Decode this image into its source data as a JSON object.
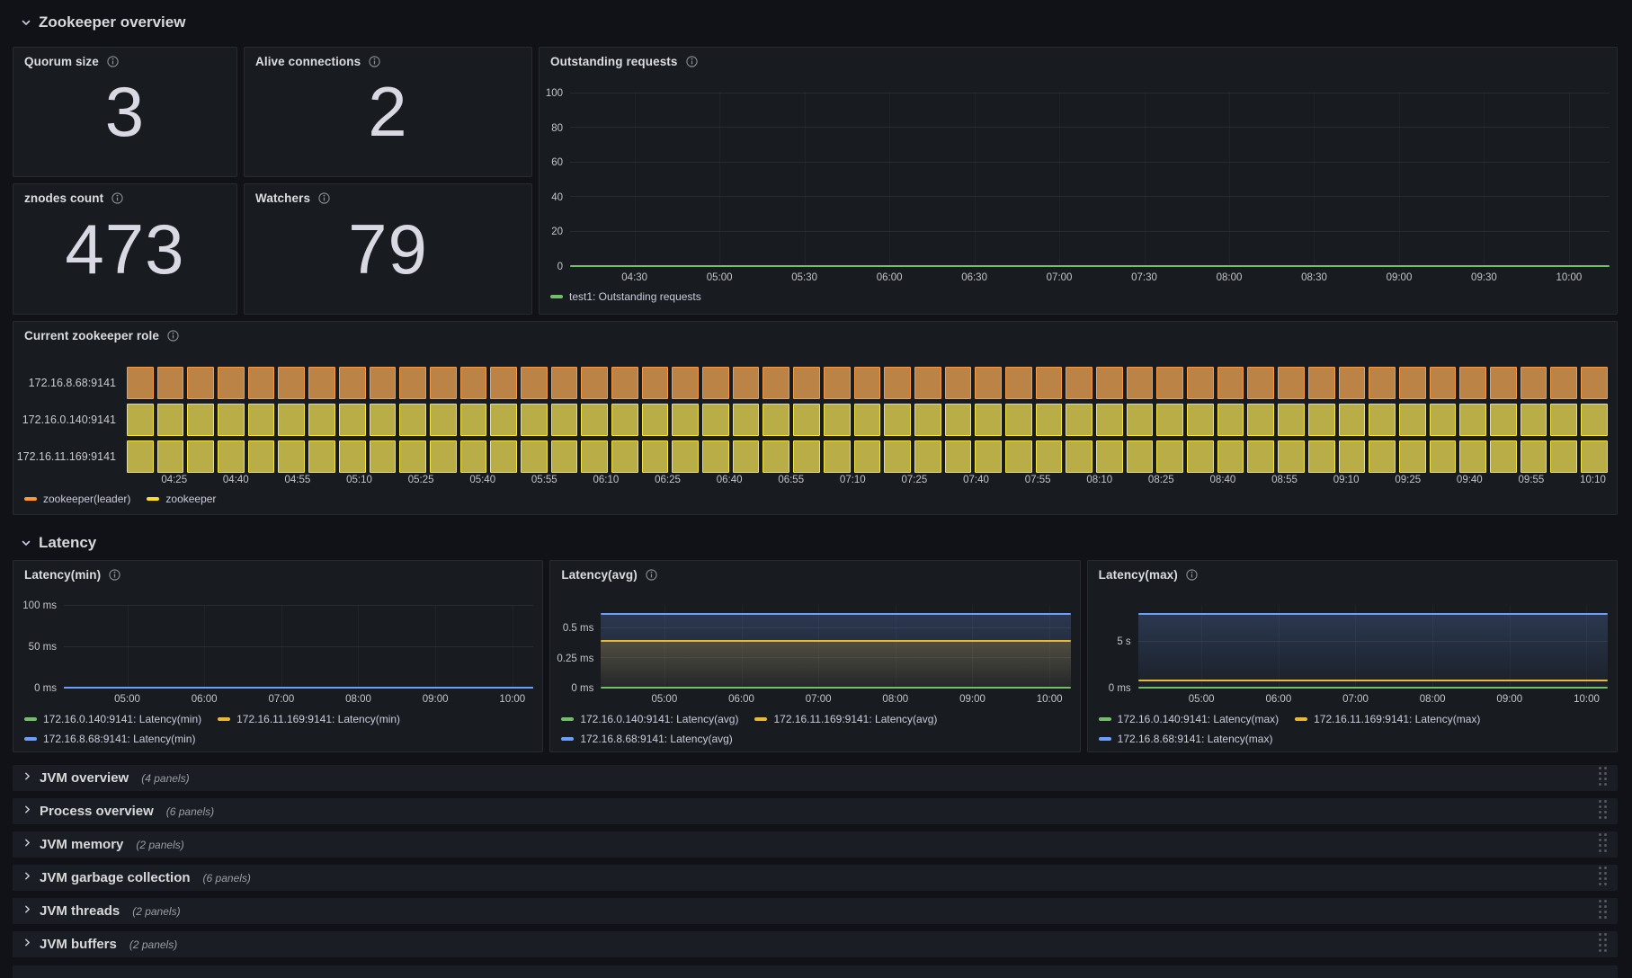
{
  "colors": {
    "green": "#73bf69",
    "yellow": "#eab839",
    "role_yellow": "#fade2a",
    "blue": "#6d9eff",
    "orange": "#ff9830",
    "orange_fill": "#bc8347",
    "orange_border": "#f79a42",
    "yellow_fill": "#b8ad47",
    "yellow_border": "#f5e33e"
  },
  "sections": {
    "zookeeper": {
      "title": "Zookeeper overview"
    },
    "latency": {
      "title": "Latency"
    }
  },
  "stats": [
    {
      "title": "Quorum size",
      "value": "3"
    },
    {
      "title": "Alive connections",
      "value": "2"
    },
    {
      "title": "znodes count",
      "value": "473"
    },
    {
      "title": "Watchers",
      "value": "79"
    }
  ],
  "outstanding": {
    "title": "Outstanding requests",
    "y_ticks": [
      {
        "label": "100",
        "frac": 1
      },
      {
        "label": "80",
        "frac": 0.8
      },
      {
        "label": "60",
        "frac": 0.6
      },
      {
        "label": "40",
        "frac": 0.4
      },
      {
        "label": "20",
        "frac": 0.2
      },
      {
        "label": "0",
        "frac": 0
      }
    ],
    "x_ticks": [
      "04:30",
      "05:00",
      "05:30",
      "06:00",
      "06:30",
      "07:00",
      "07:30",
      "08:00",
      "08:30",
      "09:00",
      "09:30",
      "10:00"
    ],
    "series": [
      {
        "label": "test1: Outstanding requests",
        "color": "green",
        "frac": 0,
        "fill": false
      }
    ]
  },
  "role": {
    "title": "Current zookeeper role",
    "rows": [
      {
        "label": "172.16.8.68:9141",
        "state": "zookeeper(leader)",
        "color": "orange"
      },
      {
        "label": "172.16.0.140:9141",
        "state": "zookeeper",
        "color": "yellow"
      },
      {
        "label": "172.16.11.169:9141",
        "state": "zookeeper",
        "color": "yellow"
      }
    ],
    "segments": 49,
    "x_ticks": [
      "04:25",
      "04:40",
      "04:55",
      "05:10",
      "05:25",
      "05:40",
      "05:55",
      "06:10",
      "06:25",
      "06:40",
      "06:55",
      "07:10",
      "07:25",
      "07:40",
      "07:55",
      "08:10",
      "08:25",
      "08:40",
      "08:55",
      "09:10",
      "09:25",
      "09:40",
      "09:55",
      "10:10"
    ],
    "legend": [
      {
        "label": "zookeeper(leader)",
        "color": "orange"
      },
      {
        "label": "zookeeper",
        "color": "role_yellow"
      }
    ]
  },
  "latency_panels": [
    {
      "title": "Latency(min)",
      "y_ticks": [
        {
          "label": "100 ms",
          "frac": 1
        },
        {
          "label": "50 ms",
          "frac": 0.5
        },
        {
          "label": "0 ms",
          "frac": 0
        }
      ],
      "x_ticks": [
        "05:00",
        "06:00",
        "07:00",
        "08:00",
        "09:00",
        "10:00"
      ],
      "series": [
        {
          "label": "172.16.0.140:9141: Latency(min)",
          "color": "green",
          "frac": 0,
          "fill": false
        },
        {
          "label": "172.16.11.169:9141: Latency(min)",
          "color": "yellow",
          "frac": 0,
          "fill": false
        },
        {
          "label": "172.16.8.68:9141: Latency(min)",
          "color": "blue",
          "frac": 0,
          "fill": false
        }
      ]
    },
    {
      "title": "Latency(avg)",
      "y_ticks": [
        {
          "label": "0.5 ms",
          "frac": 0.725
        },
        {
          "label": "0.25 ms",
          "frac": 0.36
        },
        {
          "label": "0 ms",
          "frac": 0
        }
      ],
      "x_ticks": [
        "05:00",
        "06:00",
        "07:00",
        "08:00",
        "09:00",
        "10:00"
      ],
      "series": [
        {
          "label": "172.16.0.140:9141: Latency(avg)",
          "color": "green",
          "frac": 0.005,
          "fill": false
        },
        {
          "label": "172.16.11.169:9141: Latency(avg)",
          "color": "yellow",
          "frac": 0.565,
          "fill": true
        },
        {
          "label": "172.16.8.68:9141: Latency(avg)",
          "color": "blue",
          "frac": 0.89,
          "fill": true
        }
      ]
    },
    {
      "title": "Latency(max)",
      "y_ticks": [
        {
          "label": "5 s",
          "frac": 0.565
        },
        {
          "label": "0 ms",
          "frac": 0
        }
      ],
      "x_ticks": [
        "05:00",
        "06:00",
        "07:00",
        "08:00",
        "09:00",
        "10:00"
      ],
      "series": [
        {
          "label": "172.16.0.140:9141: Latency(max)",
          "color": "green",
          "frac": 0.005,
          "fill": false
        },
        {
          "label": "172.16.11.169:9141: Latency(max)",
          "color": "yellow",
          "frac": 0.085,
          "fill": false
        },
        {
          "label": "172.16.8.68:9141: Latency(max)",
          "color": "blue",
          "frac": 0.89,
          "fill": true
        }
      ]
    }
  ],
  "collapsed_rows": [
    {
      "title": "JVM overview",
      "panels": "(4 panels)"
    },
    {
      "title": "Process overview",
      "panels": "(6 panels)"
    },
    {
      "title": "JVM memory",
      "panels": "(2 panels)"
    },
    {
      "title": "JVM garbage collection",
      "panels": "(6 panels)"
    },
    {
      "title": "JVM threads",
      "panels": "(2 panels)"
    },
    {
      "title": "JVM buffers",
      "panels": "(2 panels)"
    }
  ],
  "chart_data": [
    {
      "type": "stat",
      "title": "Quorum size",
      "value": 3
    },
    {
      "type": "stat",
      "title": "Alive connections",
      "value": 2
    },
    {
      "type": "stat",
      "title": "znodes count",
      "value": 473
    },
    {
      "type": "stat",
      "title": "Watchers",
      "value": 79
    },
    {
      "type": "line",
      "title": "Outstanding requests",
      "ylim": [
        0,
        100
      ],
      "x_range": [
        "04:30",
        "10:00"
      ],
      "grid": true,
      "legend_position": "bottom",
      "series": [
        {
          "name": "test1: Outstanding requests",
          "value_constant": 0
        }
      ]
    },
    {
      "type": "heatmap",
      "subtype": "status-history",
      "title": "Current zookeeper role",
      "x_range": [
        "04:25",
        "10:10"
      ],
      "rows": [
        {
          "name": "172.16.8.68:9141",
          "state": "zookeeper(leader)"
        },
        {
          "name": "172.16.0.140:9141",
          "state": "zookeeper"
        },
        {
          "name": "172.16.11.169:9141",
          "state": "zookeeper"
        }
      ]
    },
    {
      "type": "line",
      "title": "Latency(min)",
      "ylim_ms": [
        0,
        100
      ],
      "x_range": [
        "05:00",
        "10:00"
      ],
      "series": [
        {
          "name": "172.16.0.140:9141: Latency(min)",
          "value_ms": 0
        },
        {
          "name": "172.16.11.169:9141: Latency(min)",
          "value_ms": 0
        },
        {
          "name": "172.16.8.68:9141: Latency(min)",
          "value_ms": 0
        }
      ]
    },
    {
      "type": "area",
      "title": "Latency(avg)",
      "ylim_ms": [
        0,
        0.69
      ],
      "x_range": [
        "05:00",
        "10:00"
      ],
      "series": [
        {
          "name": "172.16.0.140:9141: Latency(avg)",
          "value_ms": 0
        },
        {
          "name": "172.16.11.169:9141: Latency(avg)",
          "value_ms": 0.39
        },
        {
          "name": "172.16.8.68:9141: Latency(avg)",
          "value_ms": 0.61
        }
      ]
    },
    {
      "type": "area",
      "title": "Latency(max)",
      "ylim_s": [
        0,
        8.85
      ],
      "x_range": [
        "05:00",
        "10:00"
      ],
      "series": [
        {
          "name": "172.16.0.140:9141: Latency(max)",
          "value_s": 0
        },
        {
          "name": "172.16.11.169:9141: Latency(max)",
          "value_s": 0.75
        },
        {
          "name": "172.16.8.68:9141: Latency(max)",
          "value_s": 7.9
        }
      ]
    }
  ]
}
